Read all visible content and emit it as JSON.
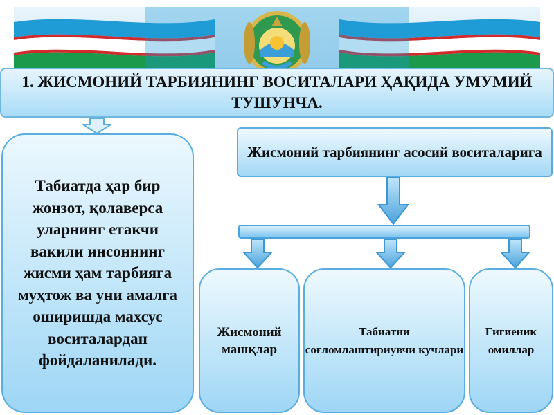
{
  "title": "1. ЖИСМОНИЙ ТАРБИЯНИНГ ВОСИТАЛАРИ ҲАҚИДА УМУМИЙ ТУШУНЧА.",
  "left_text": "Табиатда ҳар бир жонзот, қолаверса уларнинг етакчи вакили инсоннинг жисми ҳам тарбияга муҳтож ва уни амалга оширишда махсус воситалардан фойдаланилади.",
  "means_title": "Жисмоний тарбиянинг асосий воситаларига",
  "cards": [
    {
      "label": "Жисмоний машқлар"
    },
    {
      "label": "Табиатни соғломлаштириувчи кучлари"
    },
    {
      "label": "Гигиеник омиллар"
    }
  ],
  "colors": {
    "flag_blue": "#1f9bd6",
    "flag_green": "#1a9a4a",
    "flag_red": "#d22b2b",
    "box_border": "#5aaedf"
  },
  "icons": [
    "state-emblem-icon",
    "arrow-down-icon"
  ]
}
